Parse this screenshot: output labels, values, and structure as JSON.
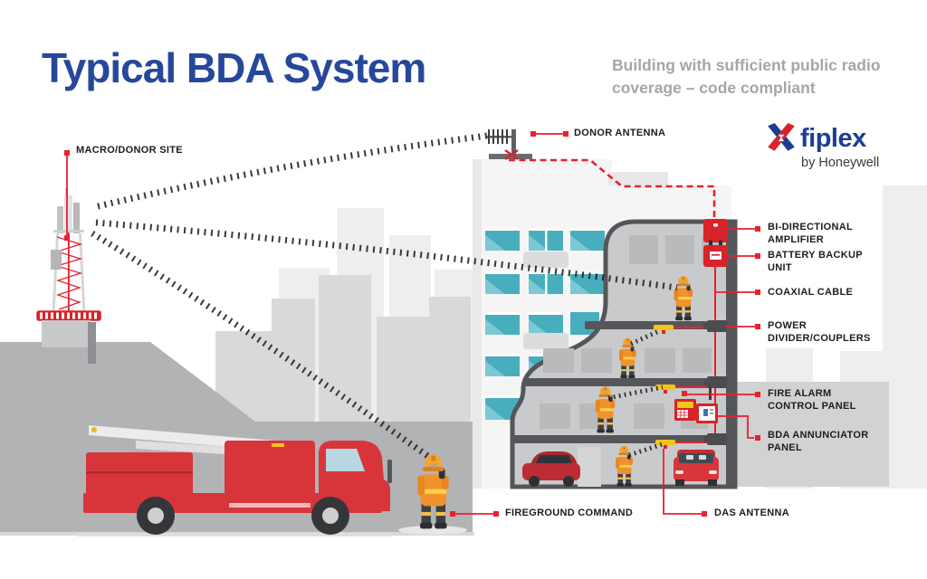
{
  "header": {
    "title": "Typical BDA System",
    "subtitle": "Building with sufficient public radio\ncoverage – code compliant"
  },
  "logo": {
    "brand": "fiplex",
    "byline": "by Honeywell"
  },
  "labels": {
    "macro_donor_site": "MACRO/DONOR SITE",
    "donor_antenna": "DONOR ANTENNA",
    "bi_directional_amplifier": "BI-DIRECTIONAL\nAMPLIFIER",
    "battery_backup_unit": "BATTERY BACKUP\nUNIT",
    "coaxial_cable": "COAXIAL CABLE",
    "power_divider_couplers": "POWER\nDIVIDER/COUPLERS",
    "fire_alarm_control_panel": "FIRE ALARM\nCONTROL PANEL",
    "bda_annunciator_panel": "BDA ANNUNCIATOR\nPANEL",
    "das_antenna": "DAS ANTENNA",
    "fireground_command": "FIREGROUND COMMAND"
  },
  "colors": {
    "title_blue": "#26489A",
    "logo_blue": "#1B3E94",
    "accent_red": "#E8212E",
    "equipment_red": "#D8232A",
    "subtitle_gray": "#A6A6A6",
    "label_black": "#1D1D1F"
  },
  "scene": {
    "elements": [
      "macro-donor-tower",
      "radio-wave-beams",
      "city-skyline",
      "building-cutaway",
      "donor-antenna",
      "bda-amplifier-box",
      "battery-backup-box",
      "coax-riser",
      "power-dividers",
      "das-antennas",
      "fire-alarm-control-panel",
      "bda-annunciator-panel",
      "firefighters",
      "fire-truck",
      "cars",
      "fireground-command-firefighter"
    ]
  }
}
